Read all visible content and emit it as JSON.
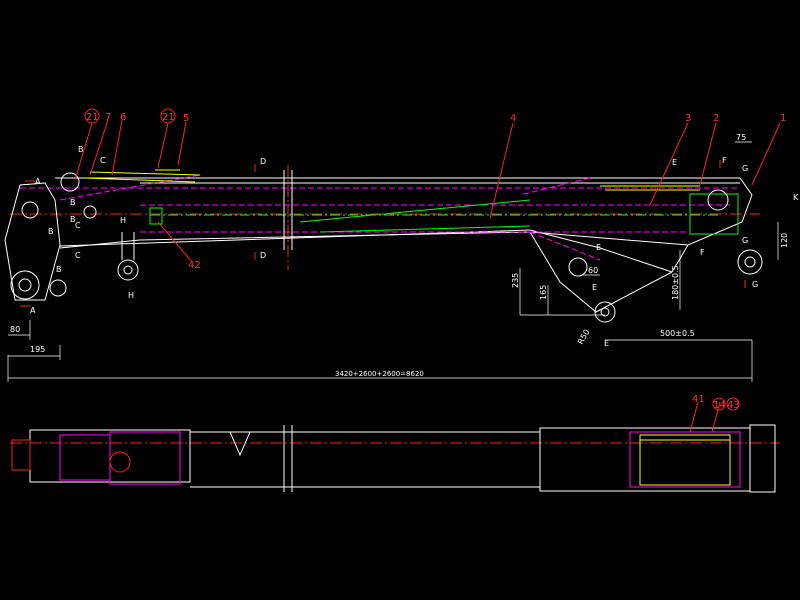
{
  "colors": {
    "background": "#000000",
    "outline": "#ffffff",
    "centerline": "#ff2020",
    "hidden": "#ff00ff",
    "cylinder": "#00ff00",
    "leader": "#ff2020",
    "detail": "#ffff00",
    "dimension": "#00ffff"
  },
  "callouts": {
    "c21a": "21",
    "c7": "7",
    "c6": "6",
    "c21b": "21",
    "c5": "5",
    "c4": "4",
    "c3": "3",
    "c2": "2",
    "c1": "1",
    "c42": "42",
    "c41": "41",
    "c14": "14",
    "c43": "43"
  },
  "sections": {
    "a1": "A",
    "a2": "A",
    "b1": "B",
    "b2": "B",
    "b3": "B",
    "b4": "B",
    "b5": "B",
    "c1": "C",
    "c2": "C",
    "c3": "C",
    "d1": "D",
    "d2": "D",
    "e1": "E",
    "e2": "E",
    "e3": "E",
    "e4": "E",
    "f1": "F",
    "f2": "F",
    "g1": "G",
    "g2": "G",
    "g3": "G",
    "h1": "H",
    "h2": "H",
    "k1": "K"
  },
  "dimensions": {
    "d75": "75",
    "d120": "120",
    "d235": "235",
    "d165": "165",
    "d60": "60",
    "d180": "180±0.5",
    "d500": "500±0.5",
    "d50": "R50",
    "d80": "80",
    "d195": "195",
    "total": "3420+2600+2600=8620"
  }
}
